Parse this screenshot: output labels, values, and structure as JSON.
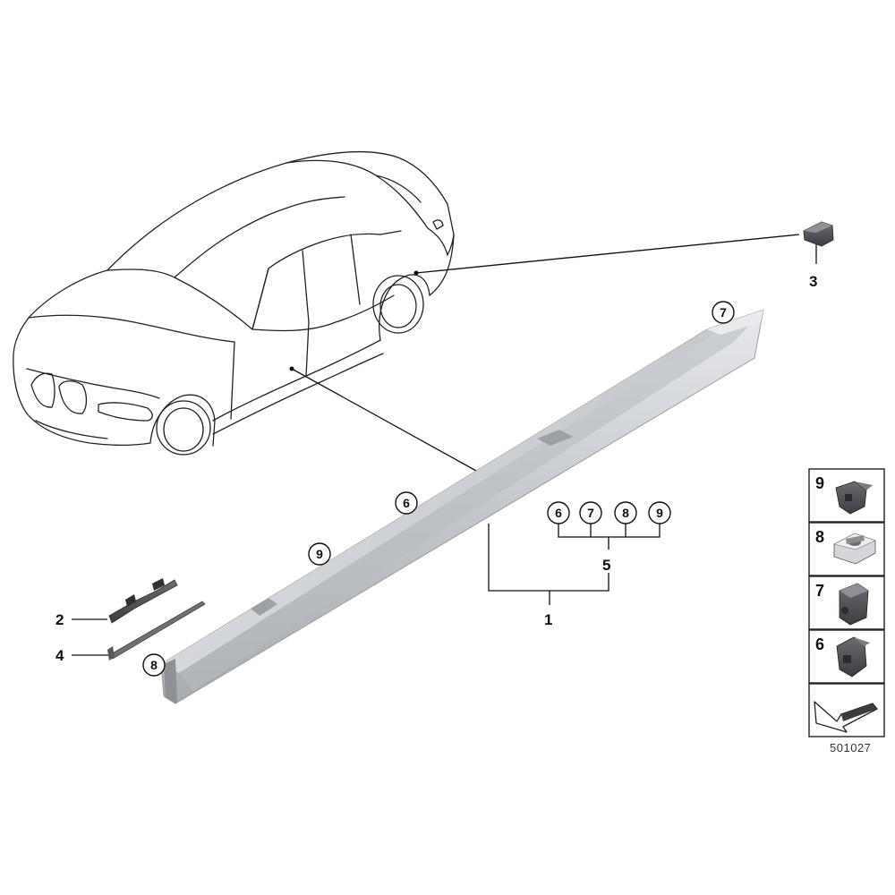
{
  "diagram": {
    "callouts": {
      "c1": "1",
      "c2": "2",
      "c3": "3",
      "c4": "4",
      "c5": "5"
    },
    "circled_refs": {
      "r7_top": "7",
      "r6_sill": "6",
      "r9_sill": "9",
      "r8_end": "8",
      "g6": "6",
      "g7": "7",
      "g8": "8",
      "g9": "9"
    },
    "legend": {
      "items": [
        {
          "label": "9",
          "icon": "clip-9-icon"
        },
        {
          "label": "8",
          "icon": "nut-clip-8-icon"
        },
        {
          "label": "7",
          "icon": "clip-7-icon"
        },
        {
          "label": "6",
          "icon": "clip-6-icon"
        }
      ],
      "last_icon": "arrow-plate-icon"
    },
    "drawing_ref": "501027",
    "colors": {
      "sill": "#c9ccd0",
      "sill_dark": "#a9adb2",
      "part_dark": "#4a4d52"
    }
  }
}
